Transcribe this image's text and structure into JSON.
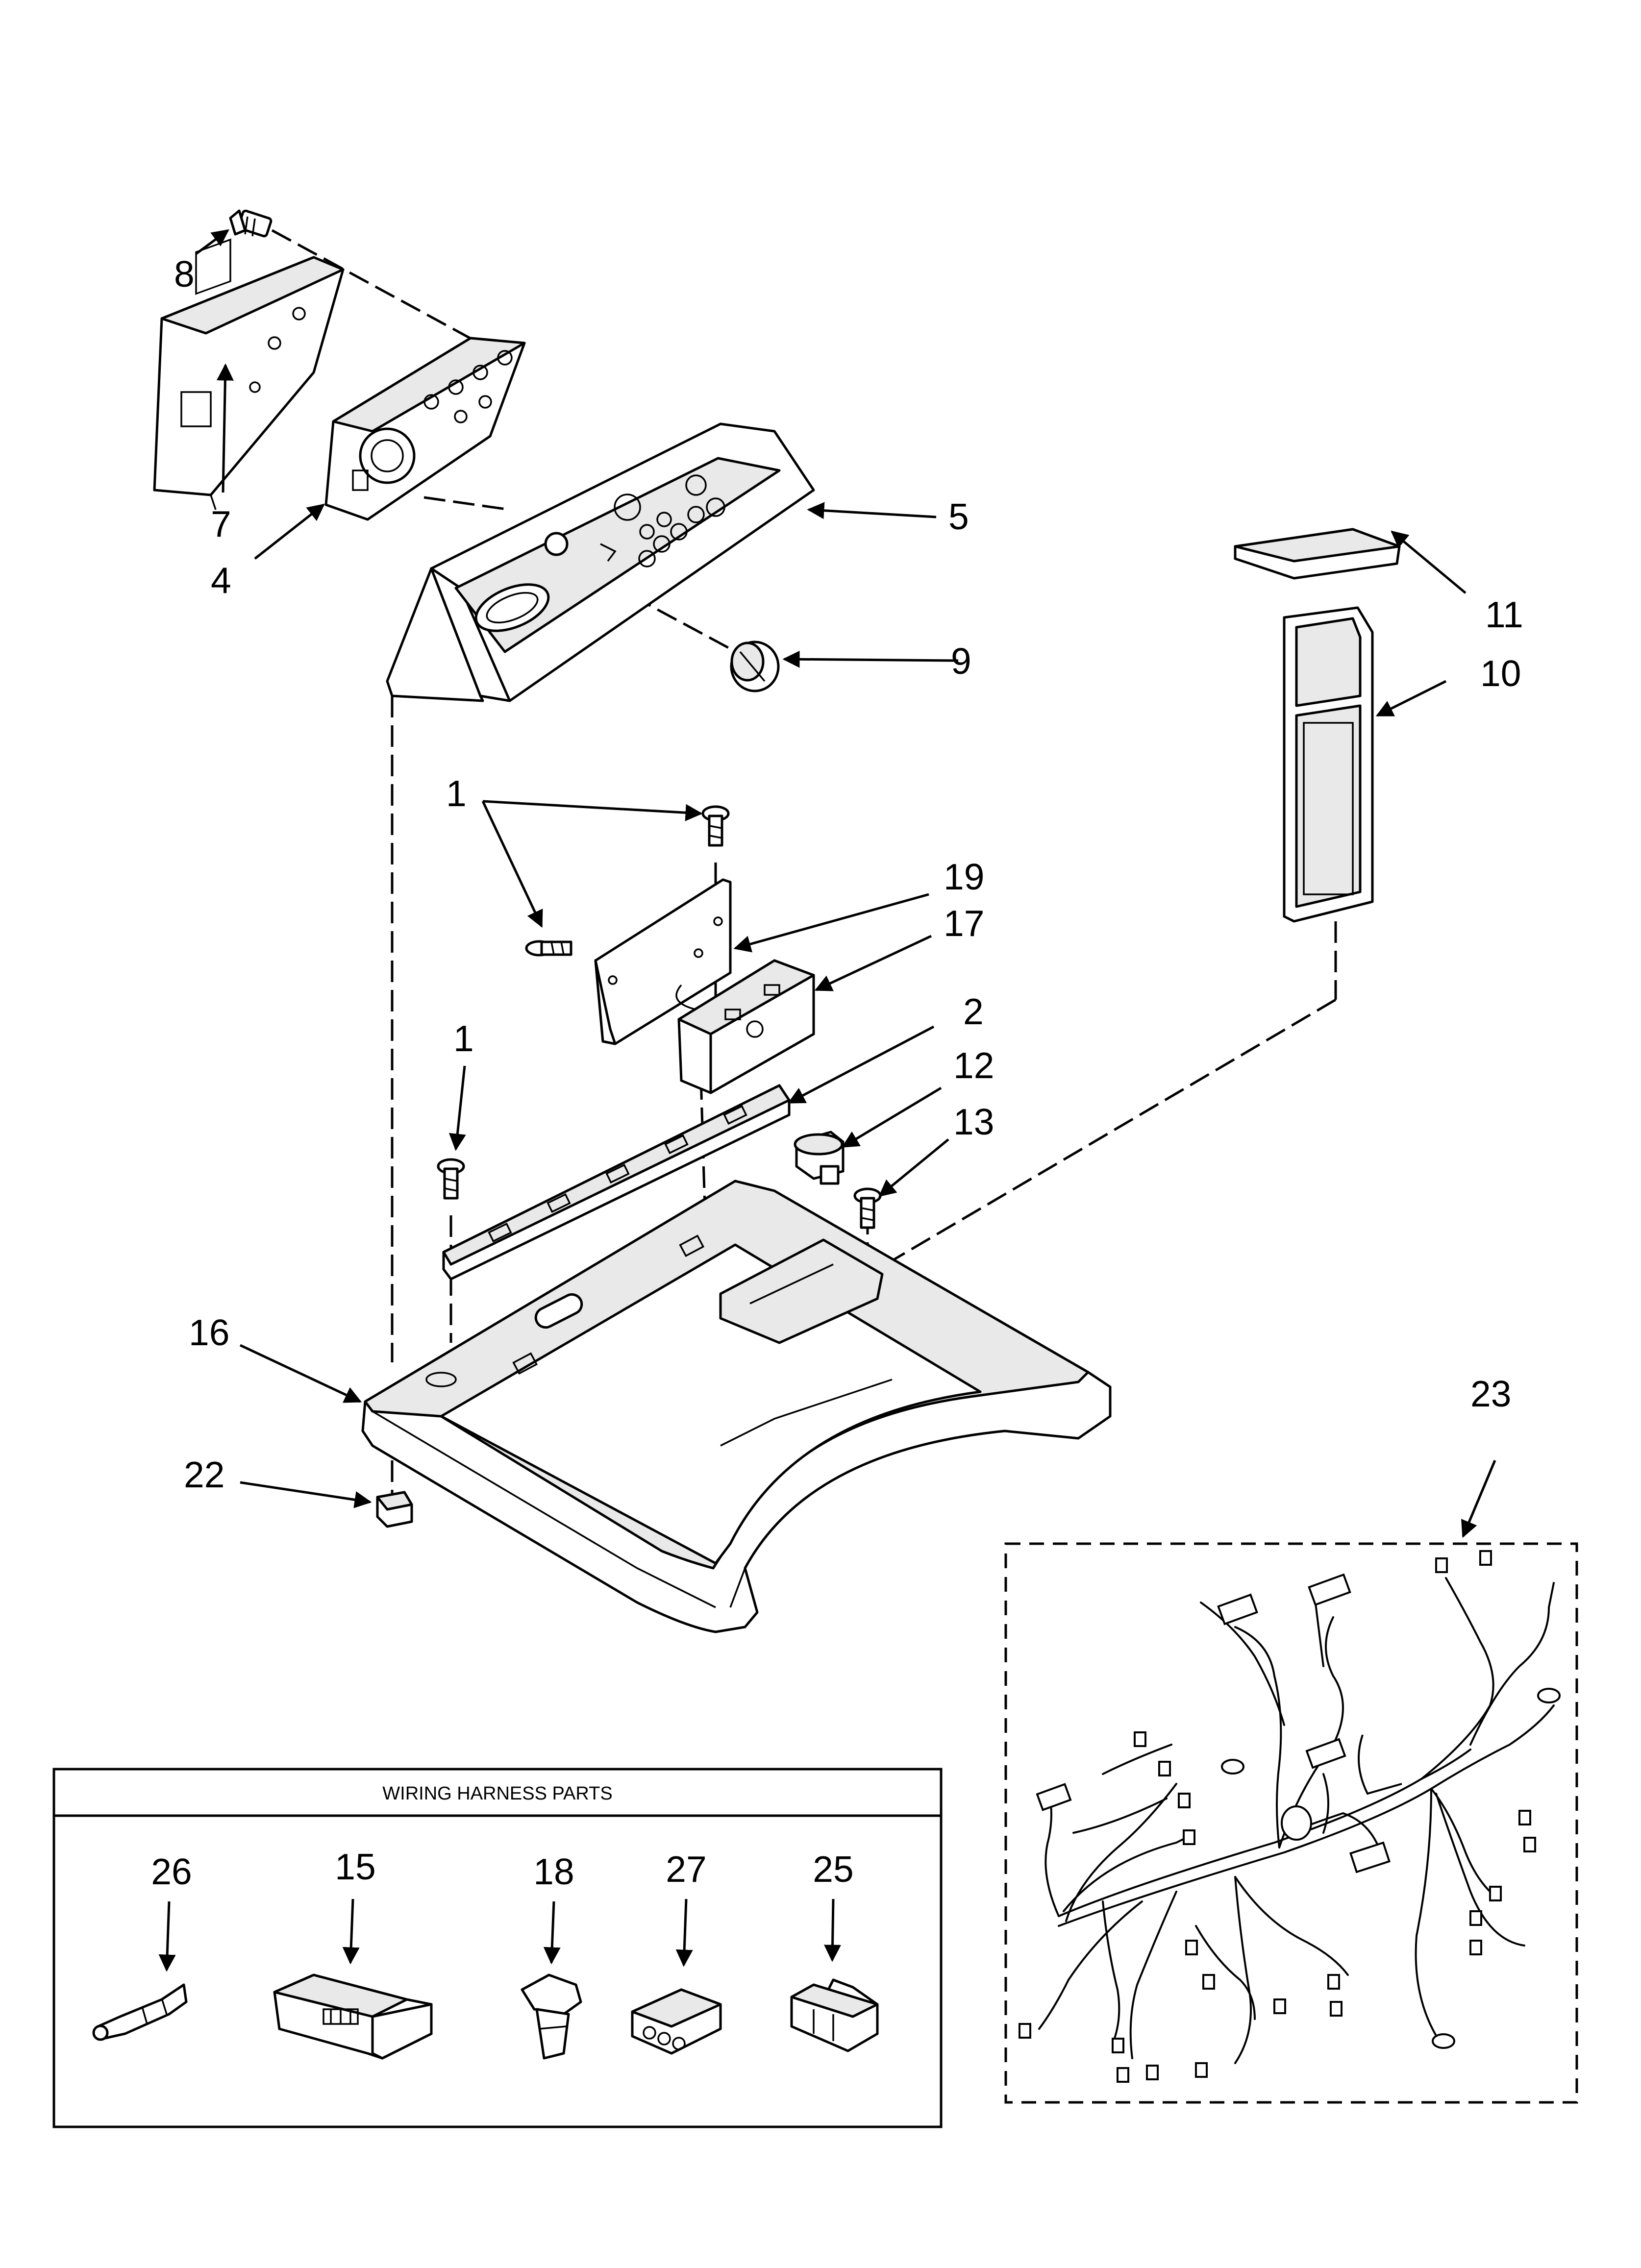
{
  "callouts": [
    {
      "id": "c1a",
      "label": "1"
    },
    {
      "id": "c1b",
      "label": "1"
    },
    {
      "id": "c2",
      "label": "2"
    },
    {
      "id": "c4",
      "label": "4"
    },
    {
      "id": "c5",
      "label": "5"
    },
    {
      "id": "c7",
      "label": "7"
    },
    {
      "id": "c8",
      "label": "8"
    },
    {
      "id": "c9",
      "label": "9"
    },
    {
      "id": "c10",
      "label": "10"
    },
    {
      "id": "c11",
      "label": "11"
    },
    {
      "id": "c12",
      "label": "12"
    },
    {
      "id": "c13",
      "label": "13"
    },
    {
      "id": "c16",
      "label": "16"
    },
    {
      "id": "c17",
      "label": "17"
    },
    {
      "id": "c19",
      "label": "19"
    },
    {
      "id": "c22",
      "label": "22"
    },
    {
      "id": "c23",
      "label": "23"
    }
  ],
  "wiring_box": {
    "title": "WIRING HARNESS PARTS",
    "parts": [
      {
        "label": "26"
      },
      {
        "label": "15"
      },
      {
        "label": "18"
      },
      {
        "label": "27"
      },
      {
        "label": "25"
      }
    ]
  },
  "colors": {
    "line": "#000000",
    "background": "#ffffff",
    "shade": "#e9e9e9"
  }
}
